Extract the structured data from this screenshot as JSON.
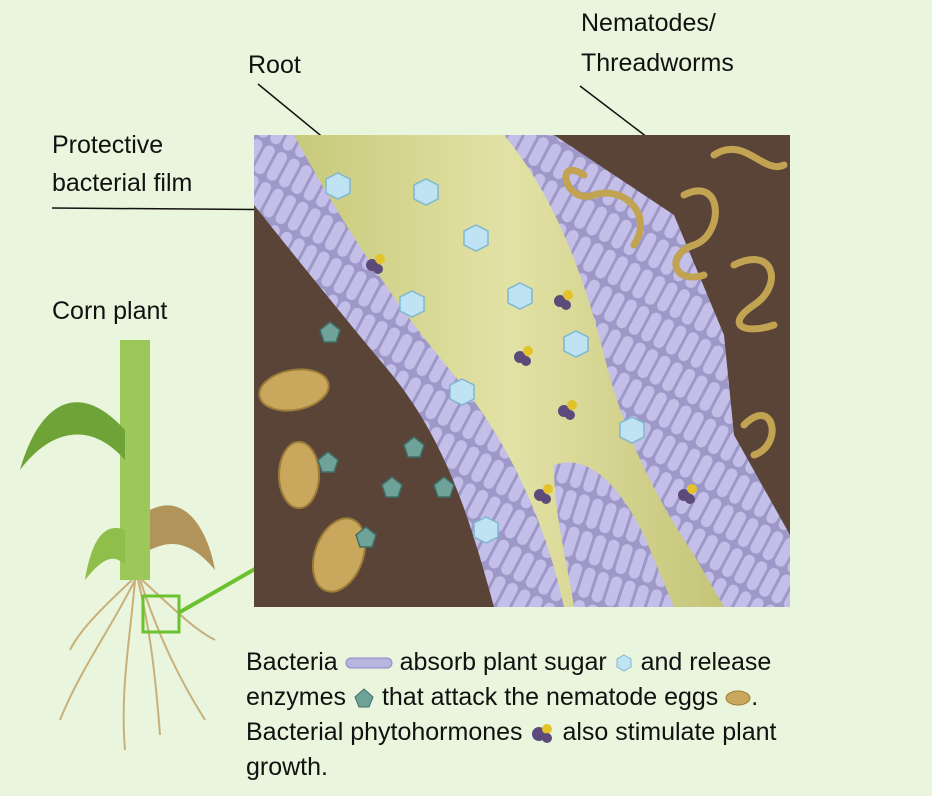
{
  "labels": {
    "root": "Root",
    "nematodes_line1": "Nematodes/",
    "nematodes_line2": "Threadworms",
    "film_line1": "Protective",
    "film_line2": "bacterial film",
    "corn": "Corn plant"
  },
  "caption": {
    "bacteria": "Bacteria",
    "absorb": "absorb plant sugar",
    "release": "and release",
    "enzymes": "enzymes",
    "attack": "that attack the nematode eggs",
    "period": ".",
    "phyto": "Bacterial phytohormones",
    "stimulate": "also stimulate plant",
    "growth": "growth."
  },
  "colors": {
    "background": "#e9f5dc",
    "soil": "#5a4438",
    "root_core": "#d6d68e",
    "bacteria": "#b8b4e0",
    "egg": "#c9a75c",
    "worm": "#c2a352",
    "sugar": "#bfe3f2",
    "enzyme": "#6fa39a",
    "hormone": "#5b4a7a",
    "plant_stem": "#8fbf4a",
    "highlight_box": "#6cc22e"
  },
  "icons": [
    "bacteria-icon",
    "sugar-crystal-icon",
    "enzyme-icon",
    "egg-icon",
    "phytohormone-icon"
  ]
}
